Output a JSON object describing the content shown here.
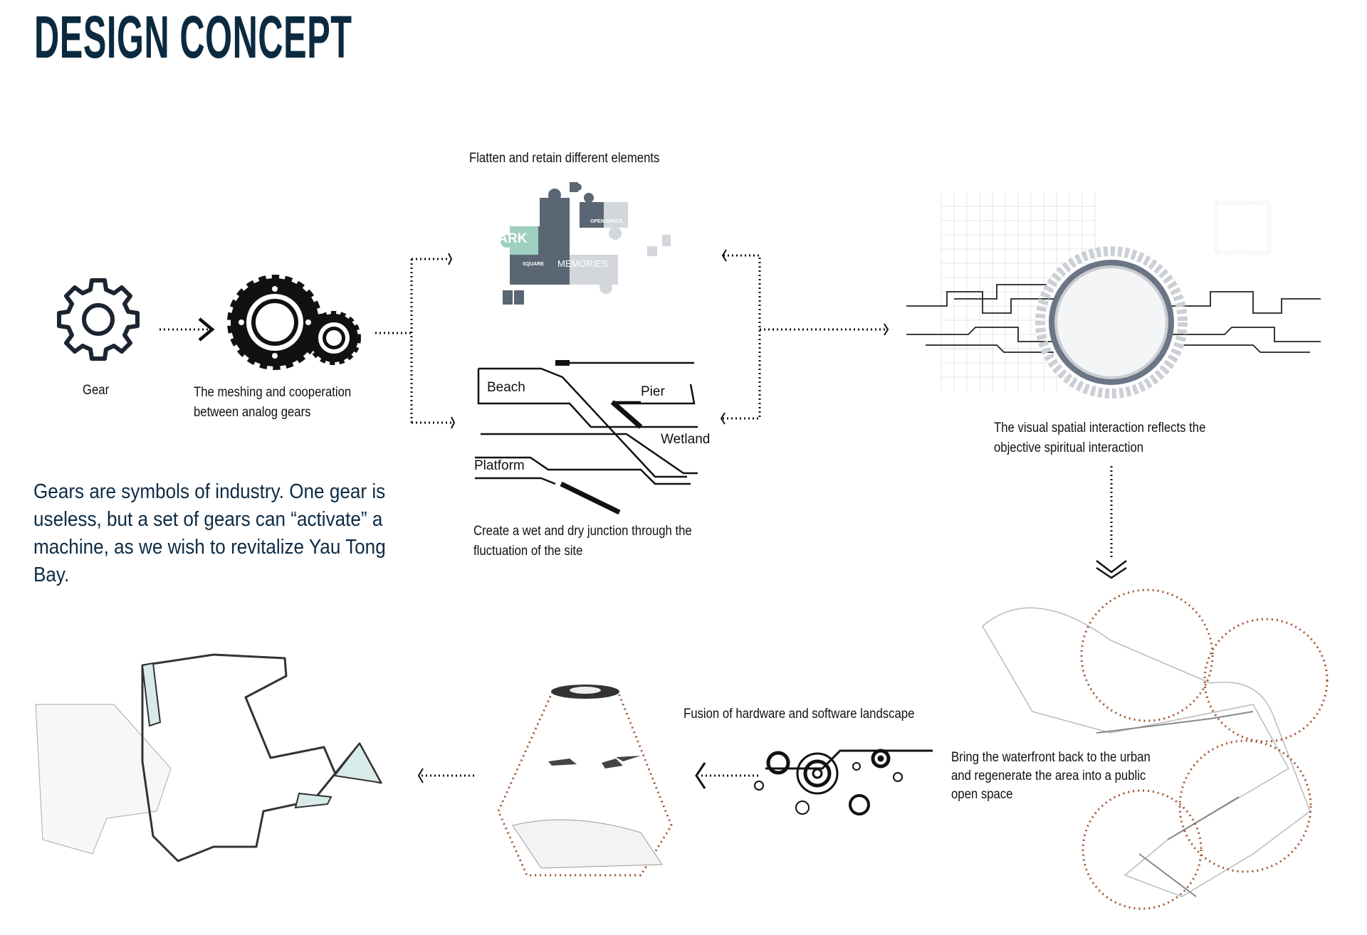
{
  "title": "DESIGN CONCEPT",
  "gear_label": "Gear",
  "meshing_caption": [
    "The meshing and cooperation",
    "between analog  gears"
  ],
  "flatten_caption": "Flatten and retain different elements",
  "puzzle_words": [
    "PARK",
    "OPEN SPACE",
    "SQUARE",
    "MEMORIES"
  ],
  "junction_labels": [
    "Beach",
    "Pier",
    "Wetland",
    "Platform"
  ],
  "junction_caption": [
    "Create a wet and dry junction through the",
    "fluctuation of the site"
  ],
  "visual_caption": [
    "The visual spatial interaction reflects the",
    "objective spiritual interaction"
  ],
  "waterfront_caption": [
    "Bring the waterfront back to the urban",
    "and regenerate the area into a public",
    "open space"
  ],
  "fusion_caption": "Fusion of hardware and software landscape",
  "paragraph": [
    "Gears are symbols of industry. One gear is",
    "useless, but a set of gears can “activate” a",
    "machine, as we wish to revitalize Yau Tong",
    "Bay."
  ],
  "colors": {
    "title": "#0b2a40",
    "puzzle_dark": "#5b6674",
    "puzzle_light": "#d3d6db",
    "puzzle_green": "#9fcfbf",
    "circle_dots": "#a0522d",
    "map_fill": "#d7ecea"
  }
}
